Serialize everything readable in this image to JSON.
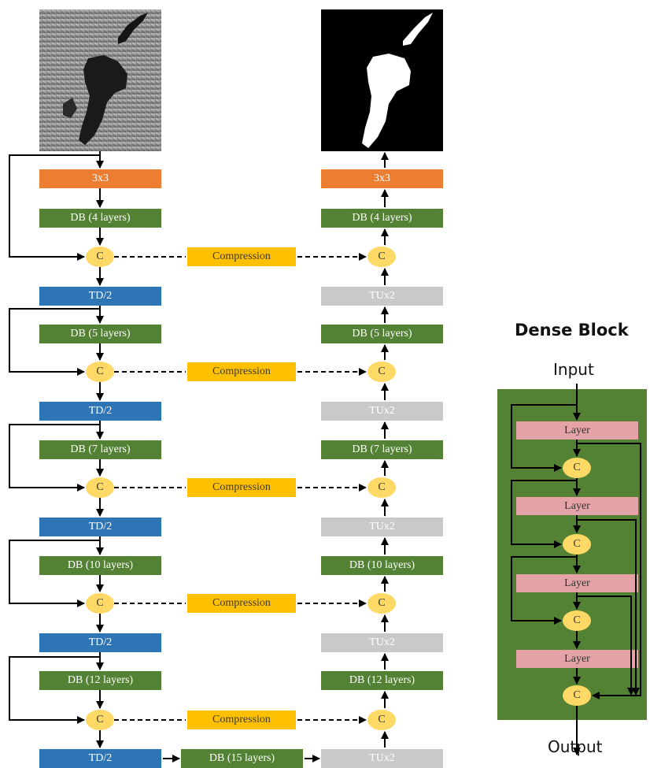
{
  "encoder": {
    "conv": "3x3",
    "db": [
      "DB (4 layers)",
      "DB (5 layers)",
      "DB (7 layers)",
      "DB (10 layers)",
      "DB (12 layers)"
    ],
    "td": [
      "TD/2",
      "TD/2",
      "TD/2",
      "TD/2",
      "TD/2"
    ]
  },
  "bottleneck": "DB (15 layers)",
  "decoder": {
    "conv": "3x3",
    "db": [
      "DB (4 layers)",
      "DB (5 layers)",
      "DB (7 layers)",
      "DB (10 layers)",
      "DB (12 layers)"
    ],
    "tu": [
      "TUx2",
      "TUx2",
      "TUx2",
      "TUx2",
      "TUx2"
    ]
  },
  "compression_label": "Compression",
  "concat_label": "C",
  "dense_block": {
    "title": "Dense Block",
    "input": "Input",
    "output": "Output",
    "layers": [
      "Layer",
      "Layer",
      "Layer",
      "Layer"
    ],
    "concat": [
      "C",
      "C",
      "C",
      "C"
    ]
  },
  "colors": {
    "conv": "#ed7d31",
    "dense_block": "#548235",
    "transition_down": "#2e75b6",
    "transition_up": "#c9c9c9",
    "compression": "#ffc000",
    "concat": "#ffd966",
    "layer": "#e6a3a7"
  }
}
